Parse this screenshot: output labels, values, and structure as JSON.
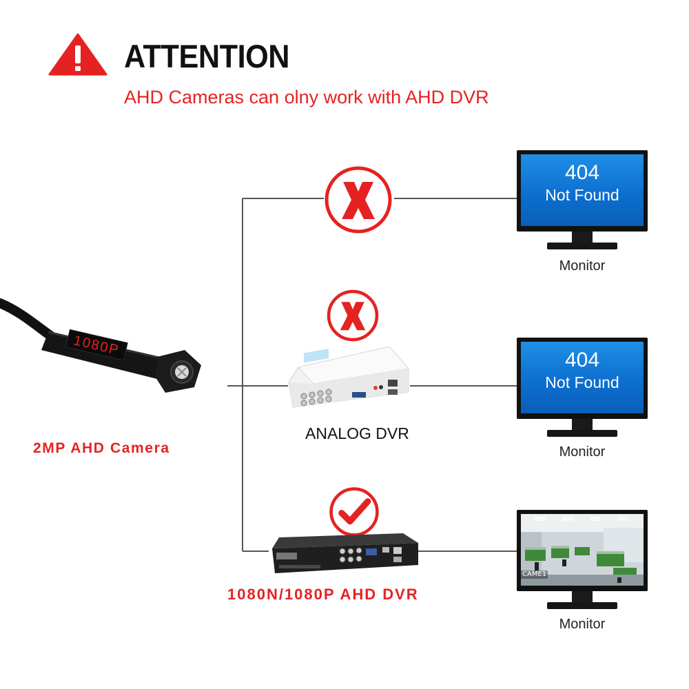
{
  "header": {
    "title": "ATTENTION",
    "subtitle": "AHD Cameras can olny work with AHD DVR",
    "warning_icon": "warning-triangle-icon",
    "accent_color": "#e52222"
  },
  "camera": {
    "label": "2MP AHD Camera",
    "sleeve_text": "1080P"
  },
  "paths": [
    {
      "status": "incompatible",
      "status_icon": "x-mark-icon",
      "device_label": "",
      "monitor": {
        "code": "404",
        "message": "Not Found",
        "label": "Monitor"
      }
    },
    {
      "status": "incompatible",
      "status_icon": "x-mark-icon",
      "device_label": "ANALOG DVR",
      "monitor": {
        "code": "404",
        "message": "Not Found",
        "label": "Monitor"
      }
    },
    {
      "status": "compatible",
      "status_icon": "checkmark-icon",
      "device_label": "1080N/1080P AHD DVR",
      "monitor": {
        "channel": "CAME1",
        "label": "Monitor"
      }
    }
  ]
}
